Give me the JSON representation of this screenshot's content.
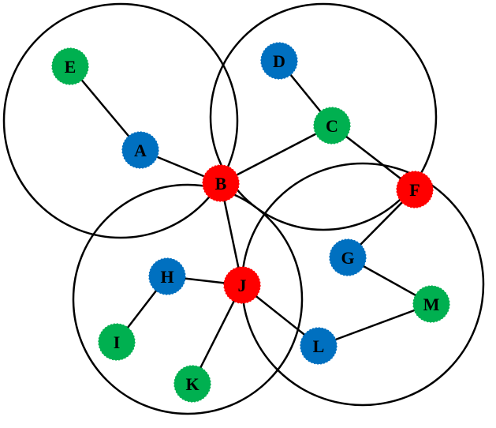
{
  "colors": {
    "red": "#ff0000",
    "blue": "#0070c0",
    "green": "#00b050",
    "outline": "#000000",
    "background": "#ffffff"
  },
  "nodes": [
    {
      "id": "A",
      "label": "A",
      "color": "blue"
    },
    {
      "id": "B",
      "label": "B",
      "color": "red"
    },
    {
      "id": "C",
      "label": "C",
      "color": "green"
    },
    {
      "id": "D",
      "label": "D",
      "color": "blue"
    },
    {
      "id": "E",
      "label": "E",
      "color": "green"
    },
    {
      "id": "F",
      "label": "F",
      "color": "red"
    },
    {
      "id": "G",
      "label": "G",
      "color": "blue"
    },
    {
      "id": "H",
      "label": "H",
      "color": "blue"
    },
    {
      "id": "I",
      "label": "I",
      "color": "green"
    },
    {
      "id": "J",
      "label": "J",
      "color": "red"
    },
    {
      "id": "K",
      "label": "K",
      "color": "green"
    },
    {
      "id": "L",
      "label": "L",
      "color": "blue"
    },
    {
      "id": "M",
      "label": "M",
      "color": "green"
    }
  ],
  "edges": [
    [
      "E",
      "A"
    ],
    [
      "A",
      "B"
    ],
    [
      "B",
      "C"
    ],
    [
      "D",
      "C"
    ],
    [
      "C",
      "F"
    ],
    [
      "B",
      "J"
    ],
    [
      "F",
      "G"
    ],
    [
      "G",
      "M"
    ],
    [
      "M",
      "L"
    ],
    [
      "H",
      "J"
    ],
    [
      "H",
      "I"
    ],
    [
      "J",
      "K"
    ],
    [
      "J",
      "L"
    ]
  ],
  "groups": [
    {
      "id": "group-top-left",
      "members": [
        "E",
        "A",
        "B"
      ]
    },
    {
      "id": "group-top-right",
      "members": [
        "D",
        "C",
        "B",
        "F"
      ]
    },
    {
      "id": "group-bottom-left",
      "members": [
        "H",
        "I",
        "J",
        "K",
        "B"
      ]
    },
    {
      "id": "group-bottom-right",
      "members": [
        "F",
        "G",
        "M",
        "L",
        "J"
      ]
    }
  ]
}
